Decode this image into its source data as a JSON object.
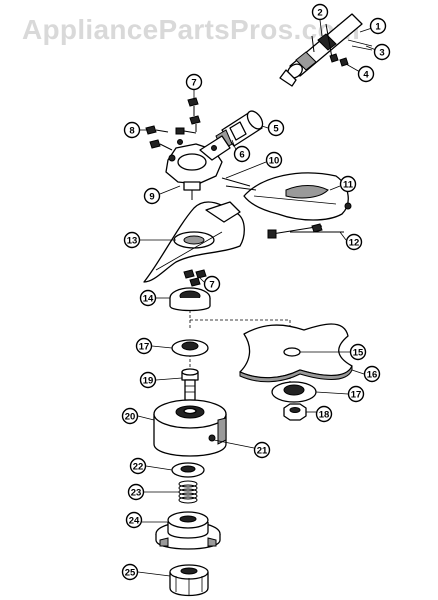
{
  "watermark": "AppliancePartsPros.com",
  "callouts": [
    {
      "id": "c1",
      "label": "1"
    },
    {
      "id": "c2",
      "label": "2"
    },
    {
      "id": "c3",
      "label": "3"
    },
    {
      "id": "c4",
      "label": "4"
    },
    {
      "id": "c5",
      "label": "5"
    },
    {
      "id": "c6",
      "label": "6"
    },
    {
      "id": "c7a",
      "label": "7"
    },
    {
      "id": "c7b",
      "label": "7"
    },
    {
      "id": "c8",
      "label": "8"
    },
    {
      "id": "c9",
      "label": "9"
    },
    {
      "id": "c10",
      "label": "10"
    },
    {
      "id": "c11",
      "label": "11"
    },
    {
      "id": "c12",
      "label": "12"
    },
    {
      "id": "c13",
      "label": "13"
    },
    {
      "id": "c14",
      "label": "14"
    },
    {
      "id": "c15",
      "label": "15"
    },
    {
      "id": "c16",
      "label": "16"
    },
    {
      "id": "c17a",
      "label": "17"
    },
    {
      "id": "c17b",
      "label": "17"
    },
    {
      "id": "c18",
      "label": "18"
    },
    {
      "id": "c19",
      "label": "19"
    },
    {
      "id": "c20",
      "label": "20"
    },
    {
      "id": "c21",
      "label": "21"
    },
    {
      "id": "c22",
      "label": "22"
    },
    {
      "id": "c23",
      "label": "23"
    },
    {
      "id": "c24",
      "label": "24"
    },
    {
      "id": "c25",
      "label": "25"
    }
  ]
}
